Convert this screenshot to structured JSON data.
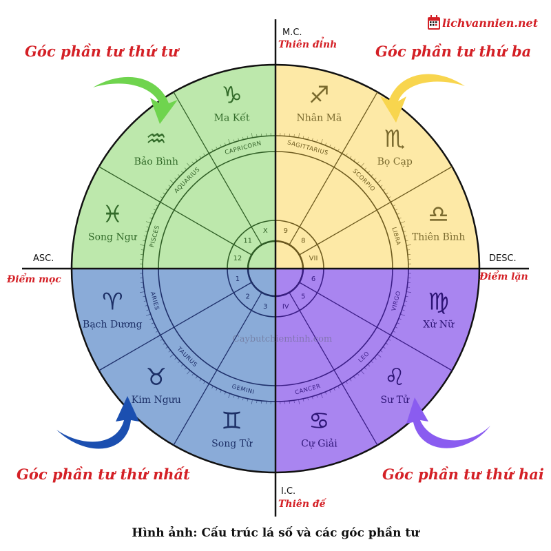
{
  "logo": {
    "text": "lichvannien.net",
    "color": "#d42026",
    "icon": "calendar-icon"
  },
  "caption": "Hình ảnh: Cấu trúc lá số và các góc phần tư",
  "watermark": "Caybutchiemtinh.com",
  "axes": {
    "mc": {
      "label": "M.C.",
      "sub": "Thiên đỉnh"
    },
    "ic": {
      "label": "I.C.",
      "sub": "Thiên đế"
    },
    "asc": {
      "label": "ASC.",
      "sub": "Điểm mọc"
    },
    "desc": {
      "label": "DESC.",
      "sub": "Điểm lặn"
    }
  },
  "quadrants": [
    {
      "name": "Góc phần tư thứ nhất",
      "position": "bottom-left",
      "fill": "#8aabd8",
      "arrow": "#1b4fb0"
    },
    {
      "name": "Góc phần tư thứ hai",
      "position": "bottom-right",
      "fill": "#a985f0",
      "arrow": "#8a5cf0"
    },
    {
      "name": "Góc phần tư thứ ba",
      "position": "top-right",
      "fill": "#fde9a6",
      "arrow": "#f8d54e"
    },
    {
      "name": "Góc phần tư thứ tư",
      "position": "top-left",
      "fill": "#bde8ac",
      "arrow": "#6fd44e"
    }
  ],
  "signs": [
    {
      "vi": "Bạch Dương",
      "en": "ARIES",
      "glyph": "♈",
      "icon": "aries-icon"
    },
    {
      "vi": "Kim Ngưu",
      "en": "TAURUS",
      "glyph": "♉",
      "icon": "taurus-icon"
    },
    {
      "vi": "Song Tử",
      "en": "GEMINI",
      "glyph": "♊",
      "icon": "gemini-icon"
    },
    {
      "vi": "Cự Giải",
      "en": "CANCER",
      "glyph": "♋",
      "icon": "cancer-icon"
    },
    {
      "vi": "Sư Tử",
      "en": "LEO",
      "glyph": "♌",
      "icon": "leo-icon"
    },
    {
      "vi": "Xử Nữ",
      "en": "VIRGO",
      "glyph": "♍",
      "icon": "virgo-icon"
    },
    {
      "vi": "Thiên Bình",
      "en": "LIBRA",
      "glyph": "♎",
      "icon": "libra-icon"
    },
    {
      "vi": "Bọ Cạp",
      "en": "SCORPIO",
      "glyph": "♏",
      "icon": "scorpio-icon"
    },
    {
      "vi": "Nhân Mã",
      "en": "SAGITTARIUS",
      "glyph": "♐",
      "icon": "sagittarius-icon"
    },
    {
      "vi": "Ma Kết",
      "en": "CAPRICORN",
      "glyph": "♑",
      "icon": "capricorn-icon"
    },
    {
      "vi": "Bảo Bình",
      "en": "AQUARIUS",
      "glyph": "♒",
      "icon": "aquarius-icon"
    },
    {
      "vi": "Song Ngư",
      "en": "PISCES",
      "glyph": "♓",
      "icon": "pisces-icon"
    }
  ],
  "houses": [
    "1",
    "2",
    "3",
    "IV",
    "5",
    "6",
    "VII",
    "8",
    "9",
    "X",
    "11",
    "12"
  ]
}
